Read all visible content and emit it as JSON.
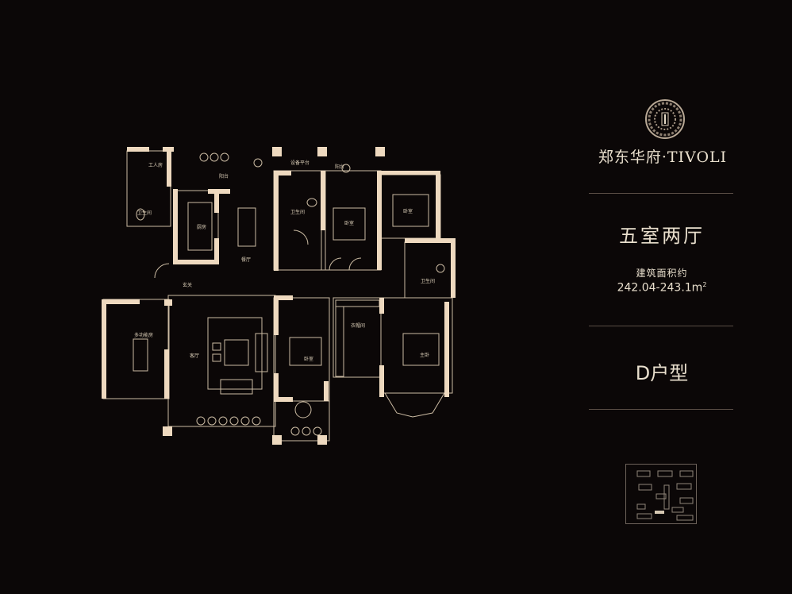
{
  "brand": {
    "logo_icon": "ornamental-medallion-icon",
    "name": "郑东华府·TIVOLI"
  },
  "layout": {
    "title": "五室两厅",
    "area_label": "建筑面积约",
    "area_value": "242.04-243.1m",
    "area_unit_sup": "2",
    "unit_type": "D户型"
  },
  "rooms": {
    "worker_room": "工人房",
    "bath_1": "卫生间",
    "balcony_1": "阳台",
    "kitchen": "厨房",
    "dining": "餐厅",
    "equipment_platform": "设备平台",
    "balcony_2": "阳台",
    "bath_2": "卫生间",
    "bedroom_1": "卧室",
    "bedroom_2": "卧室",
    "entry": "玄关",
    "multi_room": "多功能房",
    "living": "客厅",
    "bedroom_3": "卧室",
    "closet": "衣帽间",
    "master_bedroom": "主卧",
    "bath_3": "卫生间"
  },
  "keyplan": {
    "icon": "site-key-plan-icon"
  },
  "colors": {
    "background": "#0b0707",
    "wall": "#eed9bf",
    "line": "#cbbba3",
    "text": "#e9dfcd",
    "divider": "#5a4d45"
  }
}
